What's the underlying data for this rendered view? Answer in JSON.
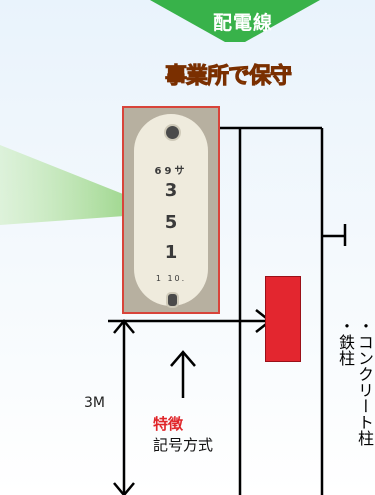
{
  "title": "配電線",
  "subtitle": "事業所で保守",
  "plate": {
    "code": "69サ",
    "digits": [
      "3",
      "5",
      "1"
    ],
    "date": "1 10."
  },
  "height_label": "3M",
  "pole_label": "・コンクリート柱\n・鉄柱",
  "feature": {
    "title": "特徴",
    "description": "記号方式"
  },
  "colors": {
    "banner": "#38b24a",
    "accent_orange": "#f08a1a",
    "marker_red": "#e3262f"
  }
}
